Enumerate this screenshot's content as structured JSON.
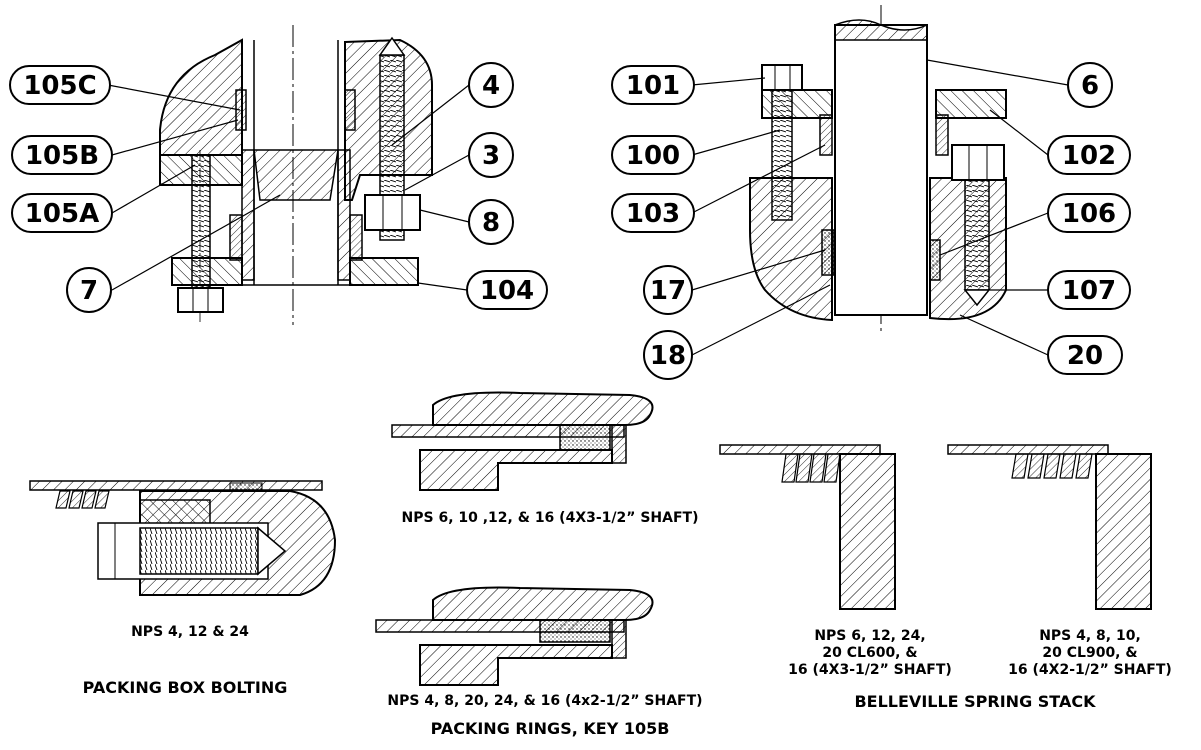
{
  "callouts_left": [
    "105C",
    "105B",
    "105A",
    "7",
    "4",
    "3",
    "8",
    "104"
  ],
  "callouts_right": [
    "101",
    "100",
    "103",
    "17",
    "18",
    "6",
    "102",
    "106",
    "107",
    "20"
  ],
  "captions": {
    "bolting_variant": "NPS 4, 12 & 24",
    "bolting_title": "PACKING BOX BOLTING",
    "rings_variant_a": "NPS 6, 10 ,12, & 16 (4X3-1/2” SHAFT)",
    "rings_variant_b": "NPS 4, 8, 20, 24, & 16 (4x2-1/2” SHAFT)",
    "rings_title": "PACKING RINGS, KEY 105B",
    "spring_a_line1": "NPS 6, 12, 24,",
    "spring_a_line2": "20 CL600, &",
    "spring_a_line3": "16 (4X3-1/2” SHAFT)",
    "spring_b_line1": "NPS 4, 8, 10,",
    "spring_b_line2": "20 CL900, &",
    "spring_b_line3": "16 (4X2-1/2” SHAFT)",
    "spring_title": "BELLEVILLE SPRING STACK"
  }
}
